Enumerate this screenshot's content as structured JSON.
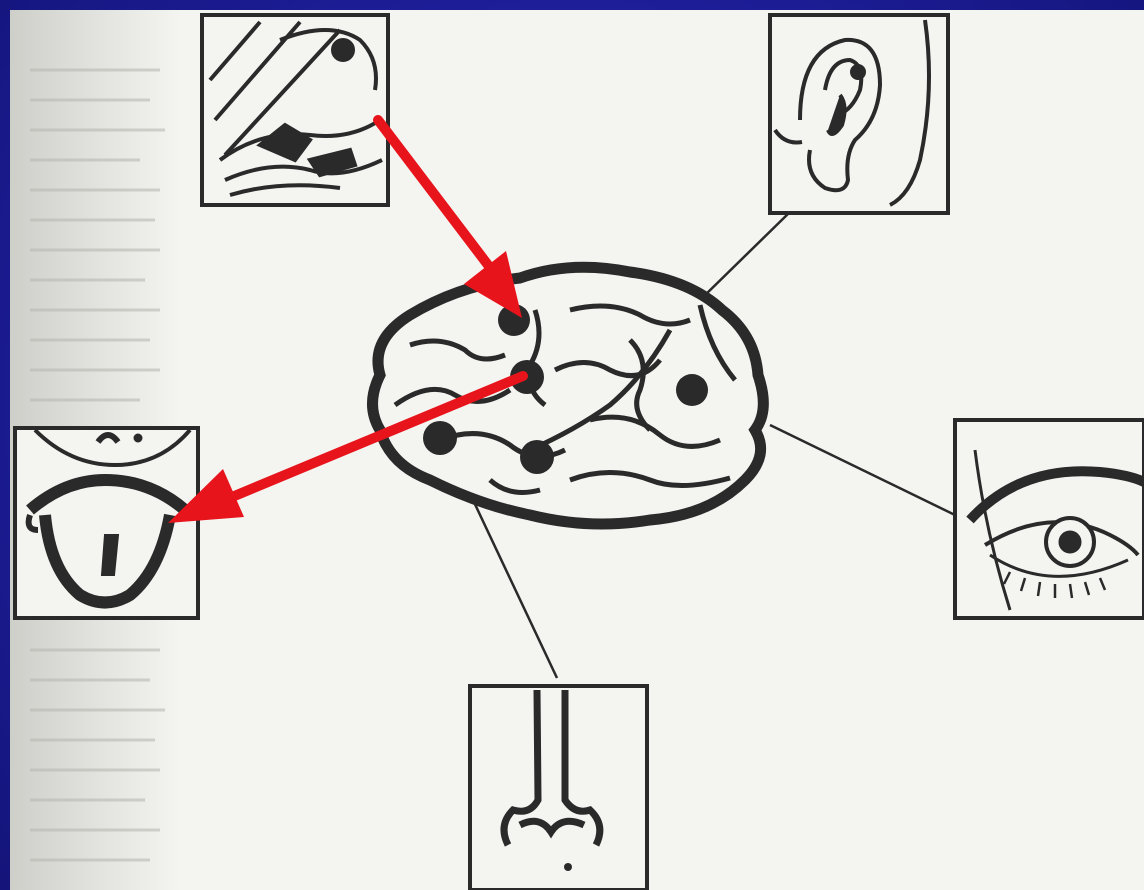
{
  "slide": {
    "background_color": "#1e1e9a",
    "scan_paper_color": "#f4f4f1",
    "ink_color": "#2a2a2a"
  },
  "diagram": {
    "center": "brain",
    "sense_panels": [
      {
        "name": "touch",
        "icon": "hand-skin-icon"
      },
      {
        "name": "hearing",
        "icon": "ear-icon"
      },
      {
        "name": "sight",
        "icon": "eye-icon"
      },
      {
        "name": "smell",
        "icon": "nose-icon"
      },
      {
        "name": "taste",
        "icon": "tongue-icon"
      }
    ],
    "arrows": [
      {
        "from": "touch",
        "to": "brain",
        "color": "#e8141c"
      },
      {
        "from": "brain",
        "to": "taste",
        "color": "#e8141c"
      }
    ]
  }
}
